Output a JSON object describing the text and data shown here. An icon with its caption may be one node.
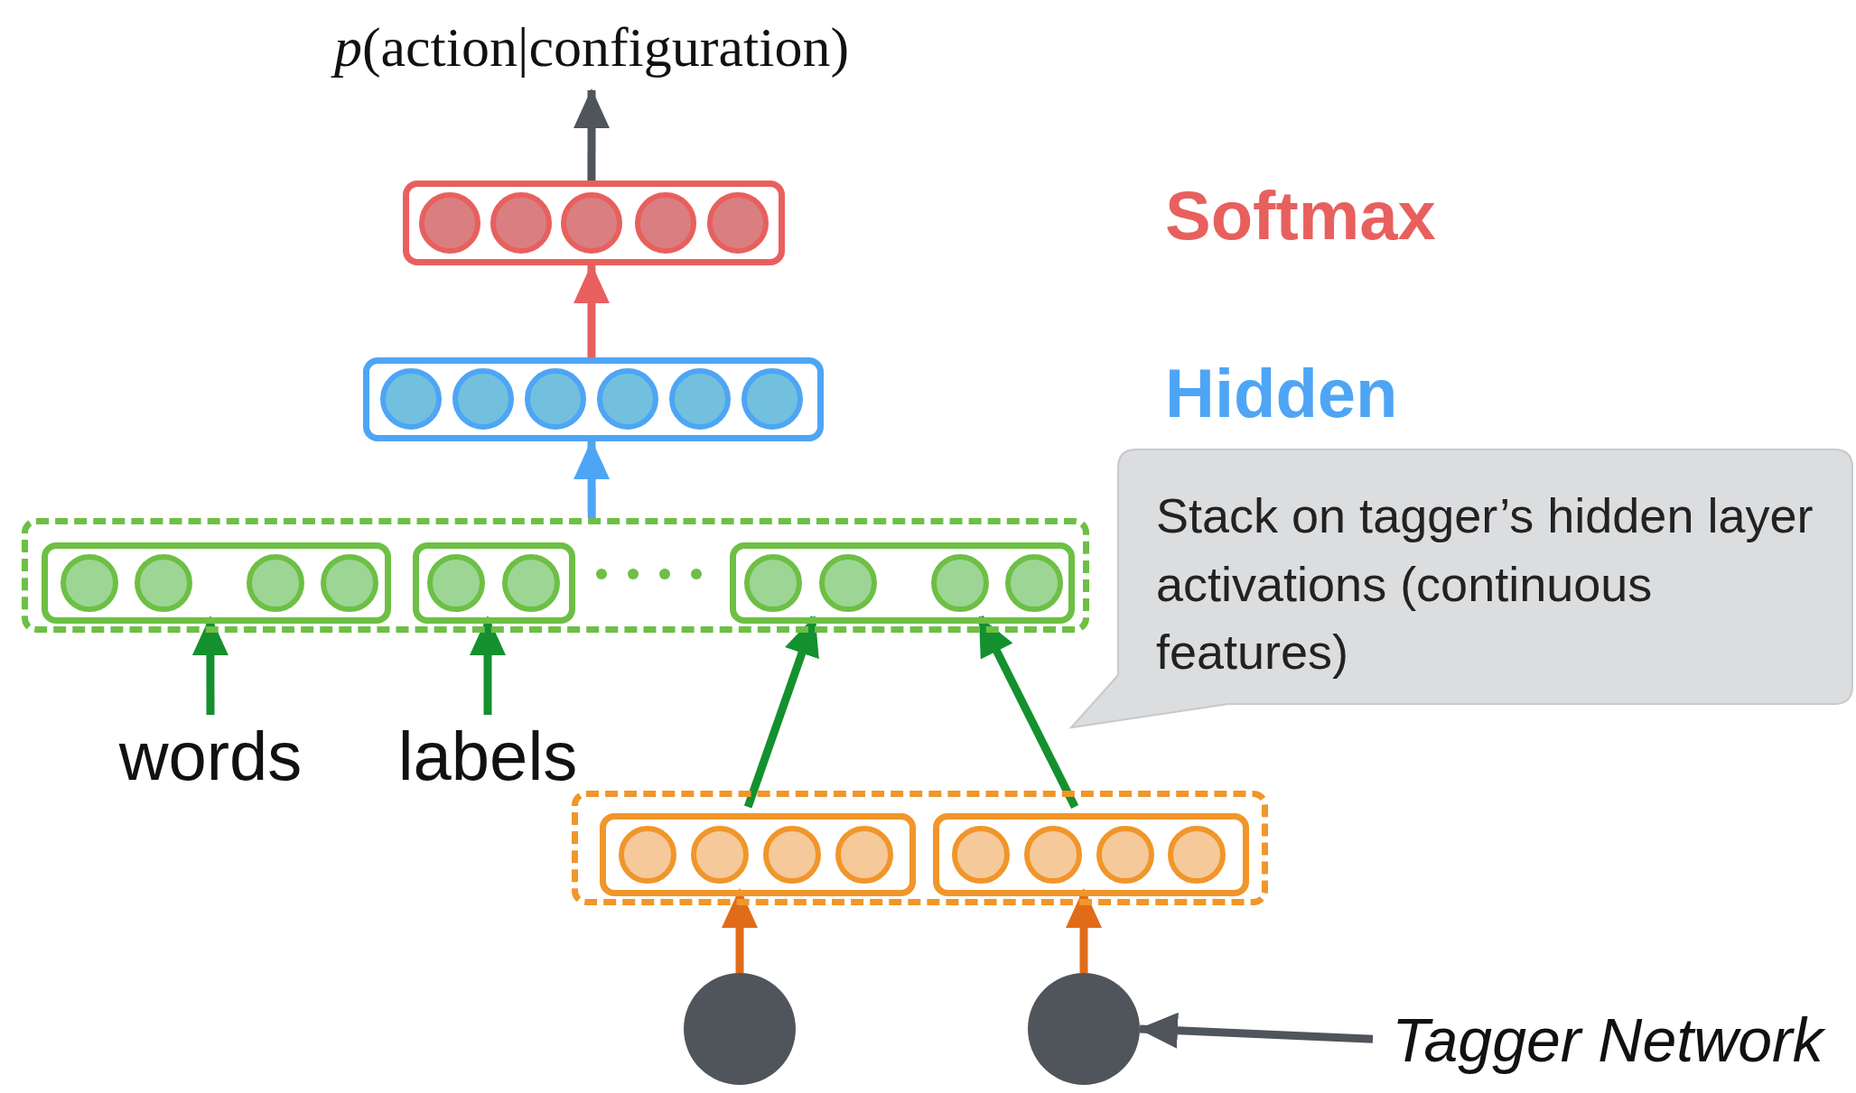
{
  "diagram": {
    "nodes": [
      {
        "text": [
          "*p*(action|configuration)"
        ]
      },
      {
        "text": [],
        "shape": "box"
      },
      {
        "text": [],
        "shape": "box"
      },
      {
        "text": [],
        "shape": "box"
      },
      {
        "text": [],
        "shape": "box",
        "in": 3
      },
      {
        "text": [],
        "shape": "box",
        "in": 3
      },
      {
        "text": [],
        "shape": "box",
        "in": 3
      },
      {
        "text": [
          "words"
        ]
      },
      {
        "text": [
          "labels"
        ]
      },
      {
        "text": [
          "Stack on tagger’s hidden layer activations (continuous features)"
        ]
      },
      {
        "text": [],
        "shape": "box"
      },
      {
        "text": [],
        "shape": "box",
        "in": 10
      },
      {
        "text": [],
        "shape": "box",
        "in": 10
      },
      {
        "text": [],
        "shape": "circle"
      },
      {
        "text": [],
        "shape": "circle"
      },
      {
        "text": [
          "Tagger Network"
        ]
      }
    ],
    "edges": [
      {
        "from": 1,
        "to": 0,
        "arrow": "to",
        "color": "#50555c"
      },
      {
        "from": 2,
        "to": 1,
        "arrow": "to",
        "color": "#e8605e"
      },
      {
        "from": 3,
        "to": 2,
        "arrow": "to",
        "color": "#4ea5f5"
      },
      {
        "from": 7,
        "to": 4,
        "arrow": "to"
      },
      {
        "from": 8,
        "to": 5,
        "arrow": "to"
      },
      {
        "from": 11,
        "to": 6,
        "arrow": "to"
      },
      {
        "from": 12,
        "to": 6,
        "arrow": "to"
      },
      {
        "from": 13,
        "to": 11,
        "arrow": "to",
        "color": "#e06c1a"
      },
      {
        "from": 14,
        "to": 12,
        "arrow": "to",
        "color": "#e06c1a"
      },
      {
        "from": 15,
        "to": 14,
        "arrow": "to",
        "color": "#50555c"
      }
    ],
    "labels": [
      "Softmax",
      "Hidden"
    ]
  }
}
